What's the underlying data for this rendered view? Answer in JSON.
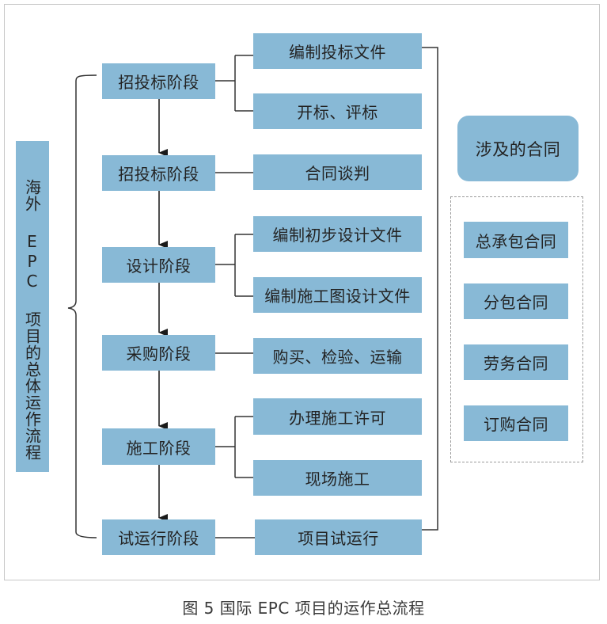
{
  "diagram": {
    "root_label": "海外 EPC 项目的总体运作流程",
    "stages": [
      {
        "label": "招投标阶段",
        "activities": [
          "编制投标文件",
          "开标、评标"
        ]
      },
      {
        "label": "招投标阶段",
        "activities": [
          "合同谈判"
        ]
      },
      {
        "label": "设计阶段",
        "activities": [
          "编制初步设计文件",
          "编制施工图设计文件"
        ]
      },
      {
        "label": "采购阶段",
        "activities": [
          "购买、检验、运输"
        ]
      },
      {
        "label": "施工阶段",
        "activities": [
          "办理施工许可",
          "现场施工"
        ]
      },
      {
        "label": "试运行阶段",
        "activities": [
          "项目试运行"
        ]
      }
    ],
    "contracts_header": "涉及的合同",
    "contracts": [
      "总承包合同",
      "分包合同",
      "劳务合同",
      "订购合同"
    ]
  },
  "caption": "图 5   国际 EPC 项目的运作总流程",
  "colors": {
    "box_fill": "#88b9d6",
    "line": "#333333",
    "frame": "#c8c8c8",
    "dashed_border": "#9a9a9a"
  }
}
